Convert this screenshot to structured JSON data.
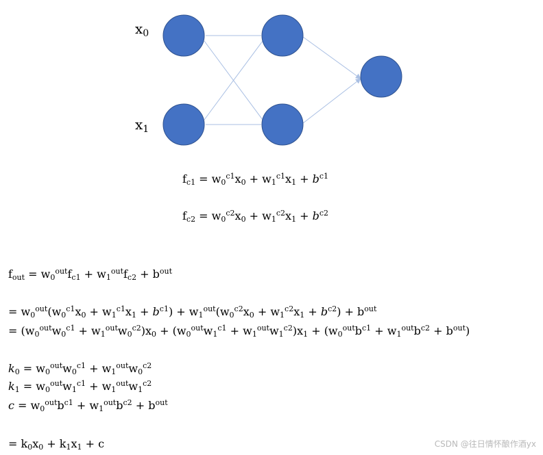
{
  "network": {
    "input_labels": [
      {
        "base": "x",
        "sub": "0"
      },
      {
        "base": "x",
        "sub": "1"
      }
    ],
    "node_color": "#4472c4",
    "edge_color": "#a9bfe3"
  },
  "equations": {
    "fc1": [
      {
        "t": "f"
      },
      {
        "sub": "c1"
      },
      {
        "t": " = w"
      },
      {
        "sub": "0"
      },
      {
        "sup": "c1"
      },
      {
        "t": "x"
      },
      {
        "sub": "0"
      },
      {
        "t": " + w"
      },
      {
        "sub": "1"
      },
      {
        "sup": "c1"
      },
      {
        "t": "x"
      },
      {
        "sub": "1"
      },
      {
        "t": " + "
      },
      {
        "it": "b"
      },
      {
        "sup": "c1"
      }
    ],
    "fc2": [
      {
        "t": "f"
      },
      {
        "sub": "c2"
      },
      {
        "t": " = w"
      },
      {
        "sub": "0"
      },
      {
        "sup": "c2"
      },
      {
        "t": "x"
      },
      {
        "sub": "0"
      },
      {
        "t": " + w"
      },
      {
        "sub": "1"
      },
      {
        "sup": "c2"
      },
      {
        "t": "x"
      },
      {
        "sub": "1"
      },
      {
        "t": " + "
      },
      {
        "it": "b"
      },
      {
        "sup": "c2"
      }
    ],
    "fout": [
      {
        "t": "f"
      },
      {
        "sub": "out"
      },
      {
        "t": " = w"
      },
      {
        "sub": "0"
      },
      {
        "sup": "out"
      },
      {
        "t": "f"
      },
      {
        "sub": "c1"
      },
      {
        "t": " + w"
      },
      {
        "sub": "1"
      },
      {
        "sup": "out"
      },
      {
        "t": "f"
      },
      {
        "sub": "c2"
      },
      {
        "t": " + b"
      },
      {
        "sup": "out"
      }
    ],
    "expand1": [
      {
        "t": "= w"
      },
      {
        "sub": "0"
      },
      {
        "sup": "out"
      },
      {
        "t": "(w"
      },
      {
        "sub": "0"
      },
      {
        "sup": "c1"
      },
      {
        "t": "x"
      },
      {
        "sub": "0"
      },
      {
        "t": " + w"
      },
      {
        "sub": "1"
      },
      {
        "sup": "c1"
      },
      {
        "t": "x"
      },
      {
        "sub": "1"
      },
      {
        "t": " + "
      },
      {
        "it": "b"
      },
      {
        "sup": "c1"
      },
      {
        "t": ") + w"
      },
      {
        "sub": "1"
      },
      {
        "sup": "out"
      },
      {
        "t": "(w"
      },
      {
        "sub": "0"
      },
      {
        "sup": "c2"
      },
      {
        "t": "x"
      },
      {
        "sub": "0"
      },
      {
        "t": " + w"
      },
      {
        "sub": "1"
      },
      {
        "sup": "c2"
      },
      {
        "t": "x"
      },
      {
        "sub": "1"
      },
      {
        "t": " + "
      },
      {
        "it": "b"
      },
      {
        "sup": "c2"
      },
      {
        "t": ") + b"
      },
      {
        "sup": "out"
      }
    ],
    "expand2": [
      {
        "t": "= (w"
      },
      {
        "sub": "0"
      },
      {
        "sup": "out"
      },
      {
        "t": "w"
      },
      {
        "sub": "0"
      },
      {
        "sup": "c1"
      },
      {
        "t": " + w"
      },
      {
        "sub": "1"
      },
      {
        "sup": "out"
      },
      {
        "t": "w"
      },
      {
        "sub": "0"
      },
      {
        "sup": "c2"
      },
      {
        "t": ")x"
      },
      {
        "sub": "0"
      },
      {
        "t": " + (w"
      },
      {
        "sub": "0"
      },
      {
        "sup": "out"
      },
      {
        "t": "w"
      },
      {
        "sub": "1"
      },
      {
        "sup": "c1"
      },
      {
        "t": " + w"
      },
      {
        "sub": "1"
      },
      {
        "sup": "out"
      },
      {
        "t": "w"
      },
      {
        "sub": "1"
      },
      {
        "sup": "c2"
      },
      {
        "t": ")x"
      },
      {
        "sub": "1"
      },
      {
        "t": " + (w"
      },
      {
        "sub": "0"
      },
      {
        "sup": "out"
      },
      {
        "t": "b"
      },
      {
        "sup": "c1"
      },
      {
        "t": " + w"
      },
      {
        "sub": "1"
      },
      {
        "sup": "out"
      },
      {
        "t": "b"
      },
      {
        "sup": "c2"
      },
      {
        "t": " + b"
      },
      {
        "sup": "out"
      },
      {
        "t": ")"
      }
    ],
    "k0": [
      {
        "it": "k"
      },
      {
        "sub": "0"
      },
      {
        "t": " = w"
      },
      {
        "sub": "0"
      },
      {
        "sup": "out"
      },
      {
        "t": "w"
      },
      {
        "sub": "0"
      },
      {
        "sup": "c1"
      },
      {
        "t": " + w"
      },
      {
        "sub": "1"
      },
      {
        "sup": "out"
      },
      {
        "t": "w"
      },
      {
        "sub": "0"
      },
      {
        "sup": "c2"
      }
    ],
    "k1": [
      {
        "it": "k"
      },
      {
        "sub": "1"
      },
      {
        "t": " = w"
      },
      {
        "sub": "0"
      },
      {
        "sup": "out"
      },
      {
        "t": "w"
      },
      {
        "sub": "1"
      },
      {
        "sup": "c1"
      },
      {
        "t": " + w"
      },
      {
        "sub": "1"
      },
      {
        "sup": "out"
      },
      {
        "t": "w"
      },
      {
        "sub": "1"
      },
      {
        "sup": "c2"
      }
    ],
    "c": [
      {
        "it": "c"
      },
      {
        "t": " = w"
      },
      {
        "sub": "0"
      },
      {
        "sup": "out"
      },
      {
        "t": "b"
      },
      {
        "sup": "c1"
      },
      {
        "t": " + w"
      },
      {
        "sub": "1"
      },
      {
        "sup": "out"
      },
      {
        "t": "b"
      },
      {
        "sup": "c2"
      },
      {
        "t": " + b"
      },
      {
        "sup": "out"
      }
    ],
    "final": [
      {
        "t": "= k"
      },
      {
        "sub": "0"
      },
      {
        "t": "x"
      },
      {
        "sub": "0"
      },
      {
        "t": " + k"
      },
      {
        "sub": "1"
      },
      {
        "t": "x"
      },
      {
        "sub": "1"
      },
      {
        "t": " + c"
      }
    ]
  },
  "watermark": "CSDN @往日情怀酿作酒yx"
}
